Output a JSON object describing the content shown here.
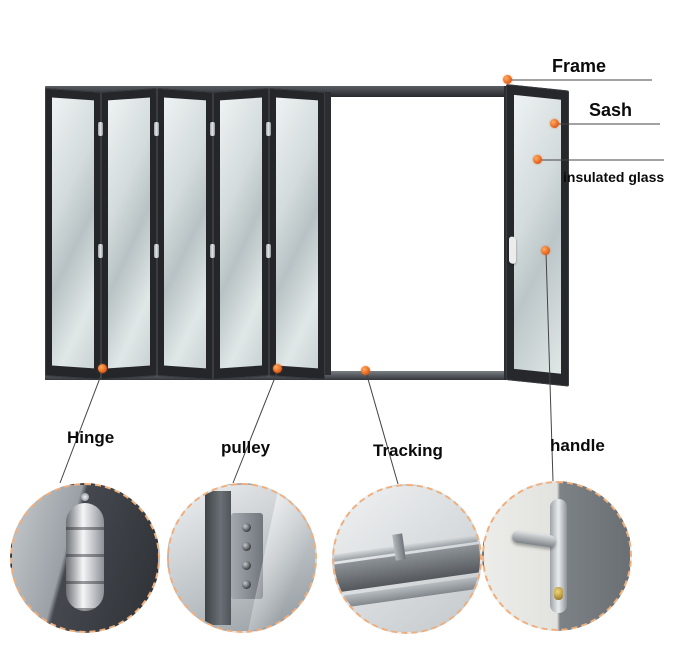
{
  "colors": {
    "callout_dot": "#e4601a",
    "detail_circle_border": "#f0ae7c",
    "callout_line": "#444444",
    "door_frame": "#26282c"
  },
  "callouts": {
    "frame": {
      "label": "Frame"
    },
    "sash": {
      "label": "Sash"
    },
    "insulated_glass": {
      "label": "insulated glass"
    },
    "hinge": {
      "label": "Hinge"
    },
    "pulley": {
      "label": "pulley"
    },
    "tracking": {
      "label": "Tracking"
    },
    "handle": {
      "label": "handle"
    }
  }
}
